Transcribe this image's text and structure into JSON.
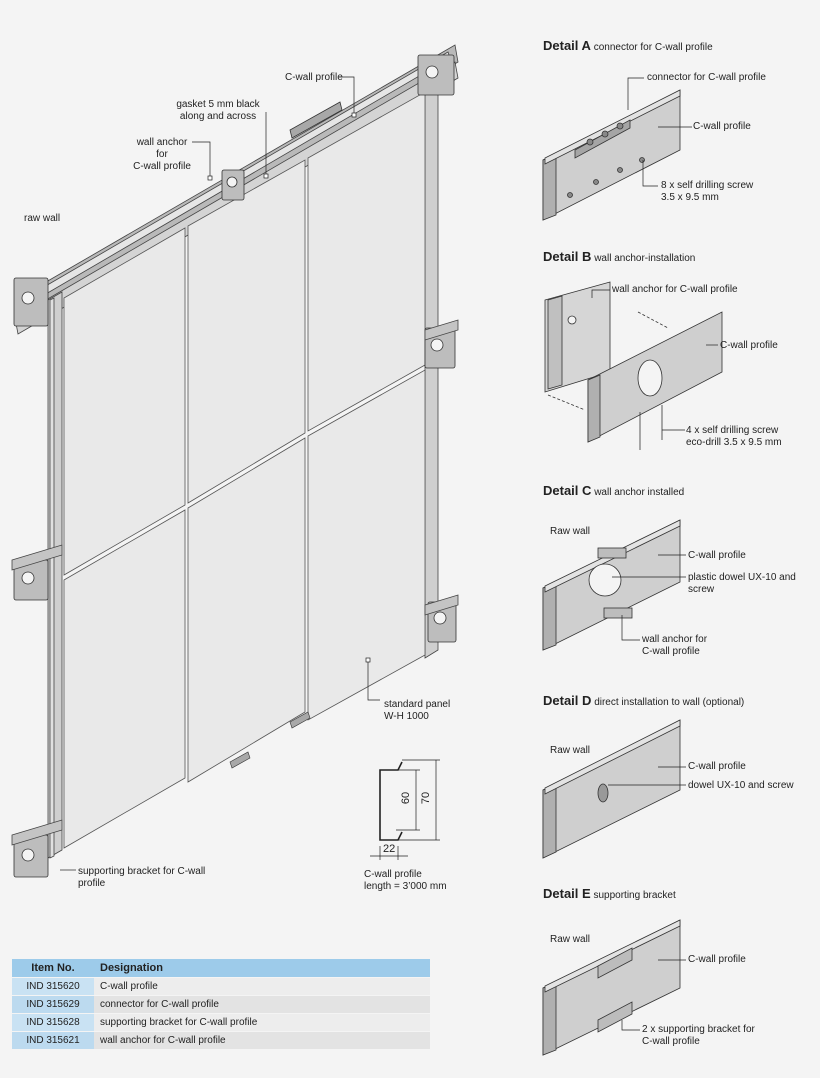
{
  "labels": {
    "c_wall_profile": "C-wall profile",
    "gasket": [
      "gasket 5 mm black",
      "along and across"
    ],
    "wall_anchor": [
      "wall anchor for",
      "C-wall profile"
    ],
    "raw_wall": "raw wall",
    "standard_panel": [
      "standard panel",
      "W-H 1000"
    ],
    "supporting_bracket": [
      "supporting bracket for C-wall",
      "profile"
    ],
    "profile_section": {
      "dim_width": "22",
      "dim_inner": "60",
      "dim_outer": "70",
      "caption": [
        "C-wall profile",
        "length = 3’000 mm"
      ]
    }
  },
  "details": [
    {
      "letter": "Detail A",
      "title": "connector for C-wall profile",
      "callouts": [
        "connector for C-wall profile",
        "C-wall profile",
        "8 x self drilling screw",
        "3.5 x 9.5 mm"
      ]
    },
    {
      "letter": "Detail B",
      "title": "wall anchor-installation",
      "callouts": [
        "wall anchor for C-wall profile",
        "C-wall profile",
        "4 x self drilling screw",
        "eco-drill 3.5 x 9.5 mm"
      ]
    },
    {
      "letter": "Detail C",
      "title": "wall anchor installed",
      "callouts": [
        "Raw wall",
        "C-wall profile",
        "plastic dowel UX-10 and screw",
        "wall anchor for",
        "C-wall profile"
      ]
    },
    {
      "letter": "Detail D",
      "title": "direct installation to wall (optional)",
      "callouts": [
        "Raw wall",
        "C-wall profile",
        "dowel UX-10 and screw"
      ]
    },
    {
      "letter": "Detail E",
      "title": "supporting bracket",
      "callouts": [
        "Raw wall",
        "C-wall profile",
        "2 x supporting bracket for",
        "C-wall profile"
      ]
    }
  ],
  "table": {
    "headers": [
      "Item No.",
      "Designation"
    ],
    "rows": [
      [
        "IND 315620",
        "C-wall profile"
      ],
      [
        "IND 315629",
        "connector for C-wall profile"
      ],
      [
        "IND 315628",
        "supporting bracket for C-wall profile"
      ],
      [
        "IND 315621",
        "wall anchor for C-wall profile"
      ]
    ]
  },
  "colors": {
    "table_header": "#9dcbea",
    "table_item": "#c9e2f3",
    "metal": "#c8c8c8",
    "panel": "#e9e9e9",
    "background": "#f4f4f4"
  }
}
